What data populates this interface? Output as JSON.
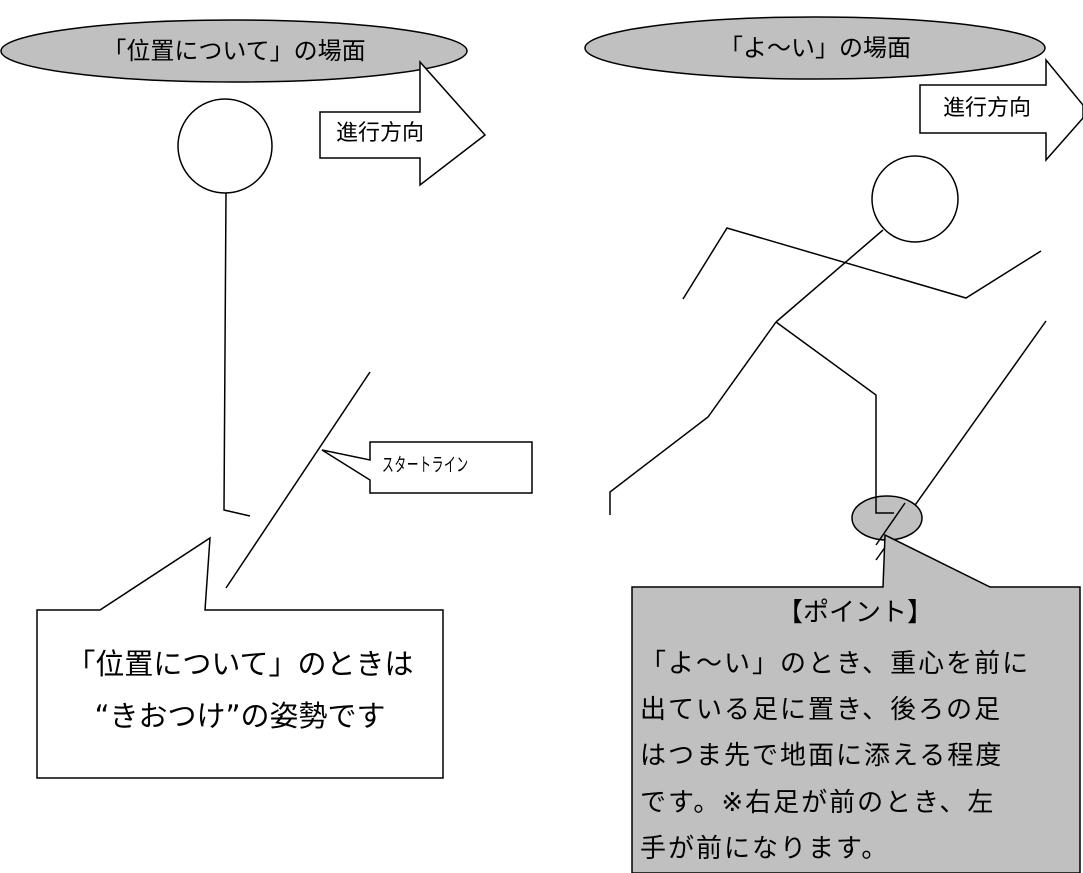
{
  "left_scene": {
    "title": "「位置について」の場面",
    "direction_label": "進行方向",
    "start_line_label": "スタートライン",
    "callout_line1": "「位置について」のときは",
    "callout_line2": "“きおつけ”の姿勢です"
  },
  "right_scene": {
    "title": "「よ～い」の場面",
    "direction_label": "進行方向",
    "point_heading": "【ポイント】",
    "point_lines": [
      "「よ～い」のとき、重心を前に",
      "出ている足に置き、後ろの足",
      "はつま先で地面に添える程度",
      "です。※右足が前のとき、左",
      "手が前になります。"
    ]
  },
  "colors": {
    "stroke": "#000000",
    "ellipse_fill": "#c0c0c0",
    "point_fill": "#c0c0c0",
    "background": "#ffffff"
  }
}
